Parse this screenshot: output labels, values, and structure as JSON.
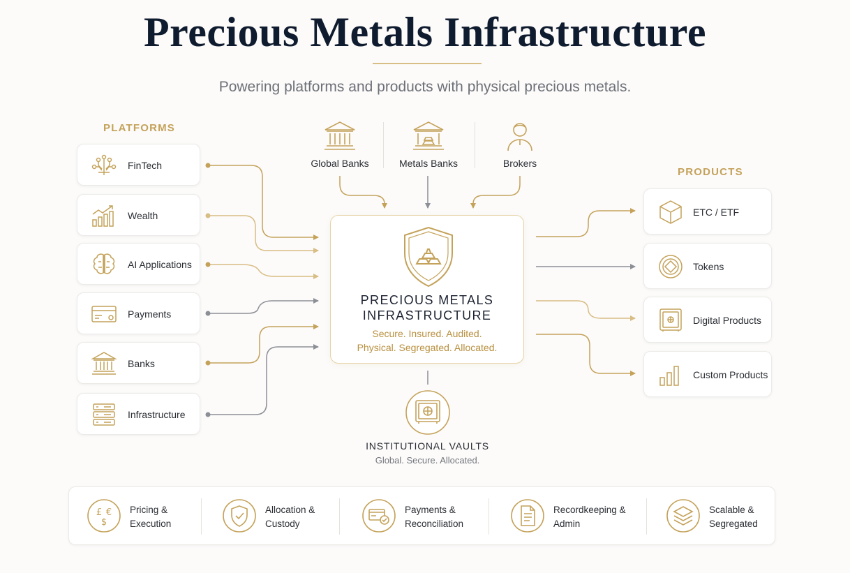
{
  "header": {
    "title": "Precious Metals Infrastructure",
    "subtitle": "Powering platforms and products with physical precious metals."
  },
  "platforms": {
    "label": "PLATFORMS",
    "items": [
      {
        "label": "FinTech",
        "icon": "circuit-icon"
      },
      {
        "label": "Wealth",
        "icon": "growth-chart-icon"
      },
      {
        "label": "AI Applications",
        "icon": "brain-icon"
      },
      {
        "label": "Payments",
        "icon": "payment-card-icon"
      },
      {
        "label": "Banks",
        "icon": "bank-icon"
      },
      {
        "label": "Infrastructure",
        "icon": "server-icon"
      }
    ]
  },
  "providers": {
    "items": [
      {
        "label": "Global Banks",
        "icon": "bank-icon"
      },
      {
        "label": "Metals Banks",
        "icon": "metals-bank-icon"
      },
      {
        "label": "Brokers",
        "icon": "person-icon"
      }
    ]
  },
  "center": {
    "title_line1": "PRECIOUS METALS",
    "title_line2": "INFRASTRUCTURE",
    "tagline1": "Secure. Insured. Audited.",
    "tagline2": "Physical. Segregated. Allocated.",
    "icon": "shield-gold-bars-icon"
  },
  "vault": {
    "title": "INSTITUTIONAL VAULTS",
    "subtitle": "Global. Secure. Allocated.",
    "icon": "vault-icon"
  },
  "products": {
    "label": "PRODUCTS",
    "items": [
      {
        "label": "ETC / ETF",
        "icon": "cube-icon"
      },
      {
        "label": "Tokens",
        "icon": "token-icon"
      },
      {
        "label": "Digital Products",
        "icon": "digital-safe-icon"
      },
      {
        "label": "Custom Products",
        "icon": "bar-chart-icon"
      }
    ]
  },
  "features": {
    "items": [
      {
        "line1": "Pricing &",
        "line2": "Execution",
        "icon": "currency-icon"
      },
      {
        "line1": "Allocation &",
        "line2": "Custody",
        "icon": "shield-check-icon"
      },
      {
        "line1": "Payments &",
        "line2": "Reconciliation",
        "icon": "payment-check-icon"
      },
      {
        "line1": "Recordkeeping &",
        "line2": "Admin",
        "icon": "document-icon"
      },
      {
        "line1": "Scalable &",
        "line2": "Segregated",
        "icon": "layers-icon"
      }
    ]
  },
  "colors": {
    "gold": "#c4a25a",
    "gold_light": "#d8bd84",
    "grey_arrow": "#8c8f96",
    "navy": "#0f1b2e"
  }
}
